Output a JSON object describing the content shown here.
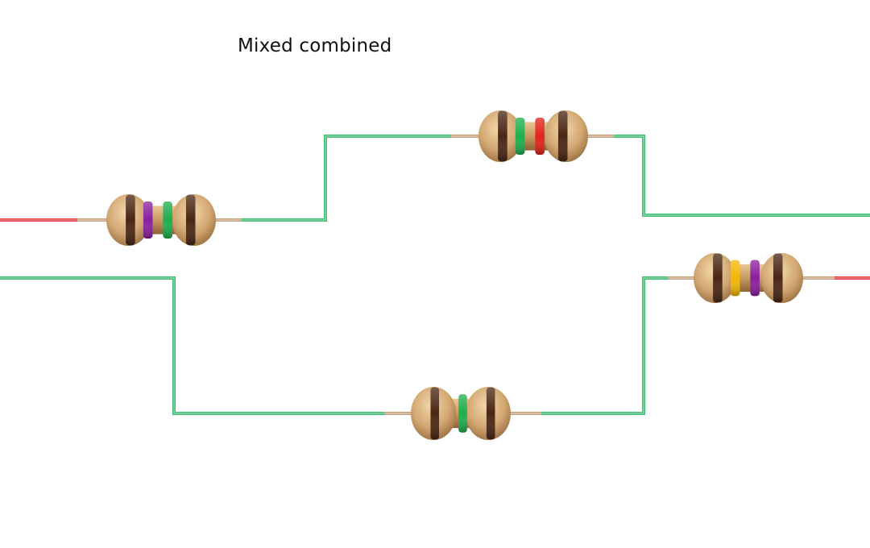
{
  "title": "Mixed combined",
  "colors": {
    "wire_green": "#3fbf73",
    "wire_red": "#e23b3b",
    "lead": "#c9a27b",
    "body": "#d2a772",
    "body_shadow": "#8c6236",
    "brown": "#4a2614",
    "violet": "#8a1f9e",
    "green": "#1fae4c",
    "red": "#e2231a",
    "yellow": "#f2b705"
  },
  "resistors": [
    {
      "name": "resistor-left",
      "bands": [
        "brown",
        "violet",
        "green",
        "brown"
      ]
    },
    {
      "name": "resistor-top",
      "bands": [
        "brown",
        "green",
        "red",
        "brown"
      ]
    },
    {
      "name": "resistor-bottom",
      "bands": [
        "brown",
        "green",
        "brown"
      ]
    },
    {
      "name": "resistor-right",
      "bands": [
        "brown",
        "yellow",
        "violet",
        "brown"
      ]
    }
  ]
}
